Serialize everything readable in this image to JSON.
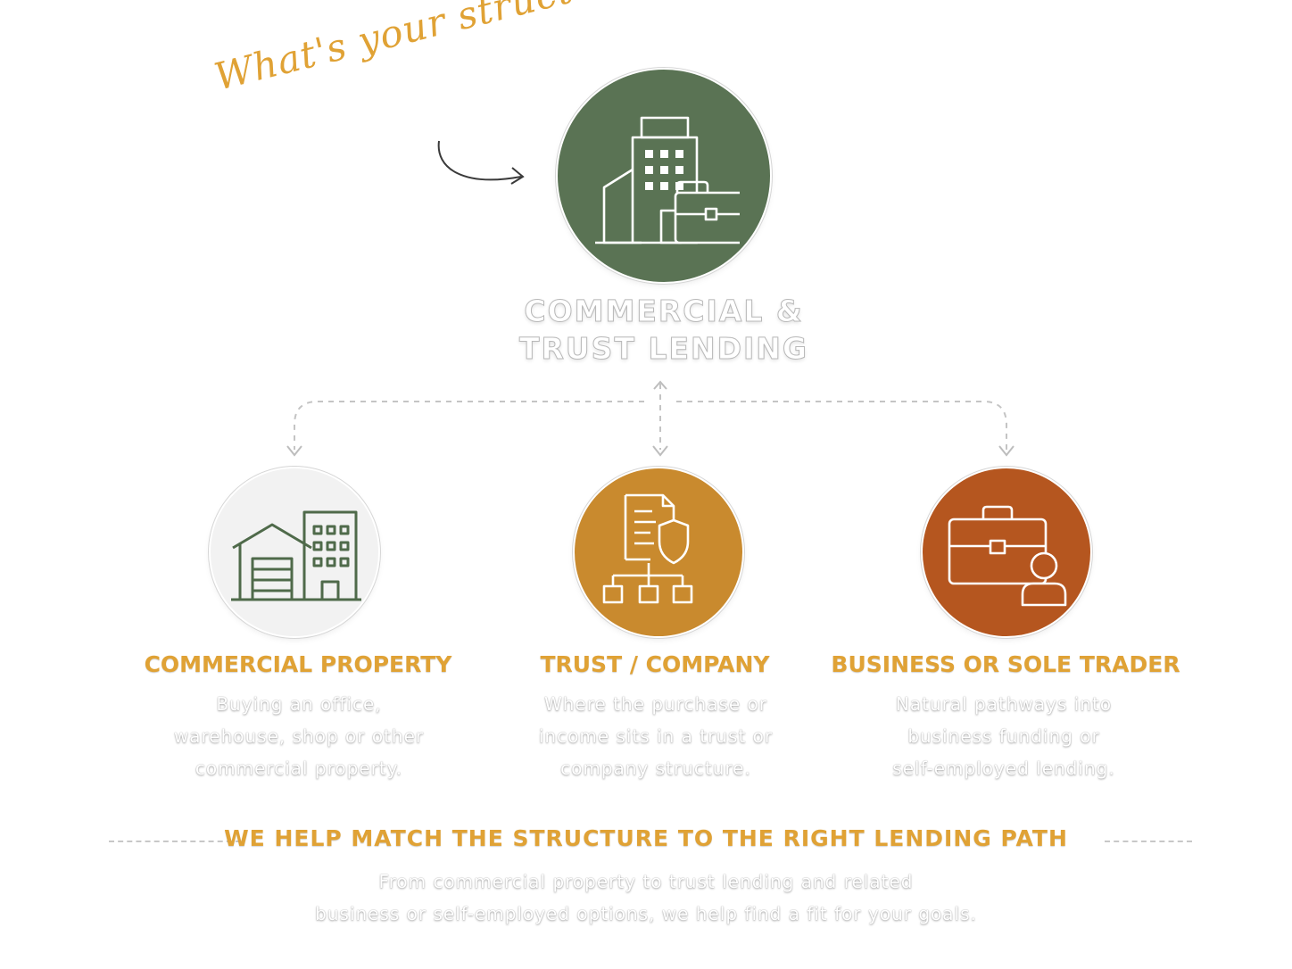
{
  "callout": {
    "text": "What's your structure?"
  },
  "main": {
    "title_line1": "COMMERCIAL &",
    "title_line2": "TRUST LENDING",
    "icon": "office-building-briefcase-icon",
    "color": "#5a7354"
  },
  "columns": [
    {
      "title": "COMMERCIAL PROPERTY",
      "desc": [
        "Buying an office,",
        "warehouse, shop or other",
        "commercial property."
      ],
      "icon": "warehouse-building-icon",
      "color": "#f2f2f2"
    },
    {
      "title": "TRUST / COMPANY",
      "desc": [
        "Where the purchase or",
        "income sits in a trust or",
        "company structure."
      ],
      "icon": "document-shield-structure-icon",
      "color": "#c98a2e"
    },
    {
      "title": "BUSINESS OR SOLE TRADER",
      "desc": [
        "Natural pathways into",
        "business funding or",
        "self-employed lending."
      ],
      "icon": "briefcase-person-icon",
      "color": "#b5561f"
    }
  ],
  "footer": {
    "title": "WE HELP MATCH THE STRUCTURE TO THE RIGHT LENDING PATH",
    "desc": [
      "From commercial property to trust lending and related",
      "business or self-employed options, we help find a fit for your goals."
    ]
  },
  "colors": {
    "accent": "#e0a235",
    "green": "#5a7354",
    "gold": "#c98a2e",
    "rust": "#b5561f"
  }
}
